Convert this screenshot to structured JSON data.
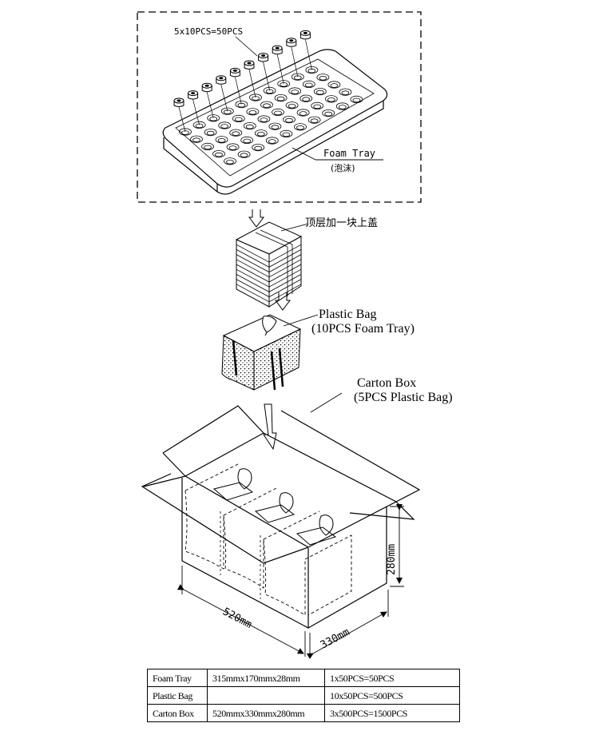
{
  "foam_tray_section": {
    "count_label": "5x10PCS=50PCS",
    "tray_label": "Foam Tray",
    "tray_label_cn": "(泡沫)"
  },
  "stack_section": {
    "top_cover_label": "顶层加一块上盖"
  },
  "plastic_bag_section": {
    "title": "Plastic Bag",
    "subtitle": "(10PCS Foam Tray)"
  },
  "carton_section": {
    "title": "Carton Box",
    "subtitle": "(5PCS Plastic Bag)",
    "dim_length": "520mm",
    "dim_width": "330mm",
    "dim_height": "280mm"
  },
  "spec_table": {
    "rows": [
      {
        "name": "Foam Tray",
        "size": "315mmx170mmx28mm",
        "qty": "1x50PCS=50PCS"
      },
      {
        "name": "Plastic Bag",
        "size": "",
        "qty": "10x50PCS=500PCS"
      },
      {
        "name": "Carton Box",
        "size": "520mmx330mmx280mm",
        "qty": "3x500PCS=1500PCS"
      }
    ]
  }
}
